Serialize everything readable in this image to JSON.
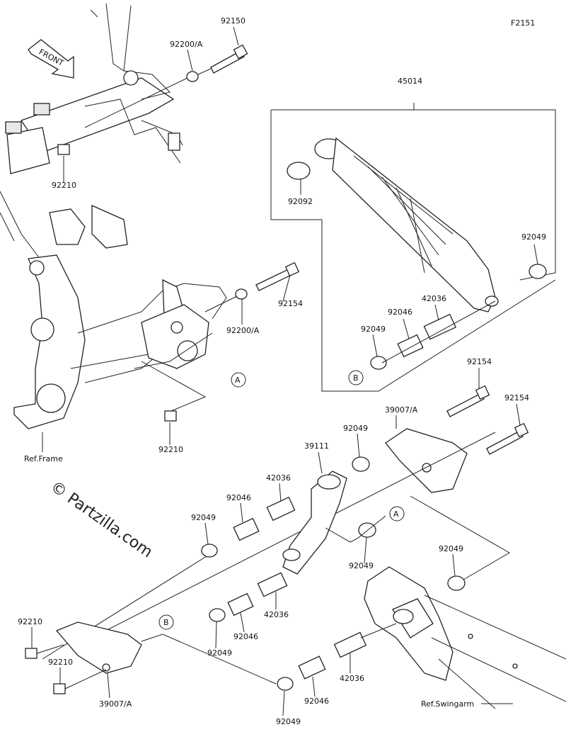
{
  "figure_code": "F2151",
  "front_label": "FRONT",
  "watermark": "© Partzilla.com",
  "refs": {
    "frame": "Ref.Frame",
    "swingarm": "Ref.Swingarm"
  },
  "markers": {
    "a": "A",
    "b": "B"
  },
  "parts": {
    "p92150": "92150",
    "p92200a_top": "92200/A",
    "p45014": "45014",
    "p92210_top": "92210",
    "p92092": "92092",
    "p92049_shock": "92049",
    "p92154_top": "92154",
    "p92200a_mid": "92200/A",
    "p42036_shock": "42036",
    "p92046_shock": "92046",
    "p92049_shock2": "92049",
    "p92210_mid": "92210",
    "p92154_r1": "92154",
    "p92154_r2": "92154",
    "p39007a_top": "39007/A",
    "p92049_rocker": "92049",
    "p39111": "39111",
    "p42036_rocker": "42036",
    "p92046_rocker": "92046",
    "p92049_left": "92049",
    "p92049_under": "92049",
    "p92049_sw": "92049",
    "p42036_low": "42036",
    "p92046_low": "92046",
    "p92049_low": "92049",
    "p92210_bl1": "92210",
    "p92210_bl2": "92210",
    "p39007a_bot": "39007/A",
    "p42036_bot": "42036",
    "p92046_bot": "92046",
    "p92049_bot": "92049"
  }
}
